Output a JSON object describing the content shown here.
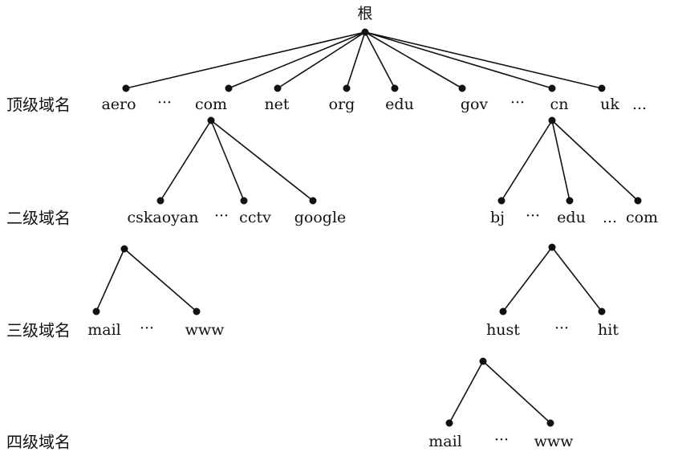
{
  "root": "根",
  "levels": [
    "顶级域名",
    "二级域名",
    "三级域名",
    "四级域名"
  ],
  "top": {
    "aero": "aero",
    "e1": "···",
    "com": "com",
    "net": "net",
    "org": "org",
    "edu": "edu",
    "gov": "gov",
    "e2": "···",
    "cn": "cn",
    "uk": "uk",
    "e3": "..."
  },
  "second_com": {
    "cskaoyan": "cskaoyan",
    "e1": "···",
    "cctv": "cctv",
    "google": "google"
  },
  "second_cn": {
    "bj": "bj",
    "e1": "···",
    "edu": "edu",
    "e2": "...",
    "com": "com"
  },
  "third_cskaoyan": {
    "mail": "mail",
    "e1": "···",
    "www": "www"
  },
  "third_edu": {
    "hust": "hust",
    "e1": "···",
    "hit": "hit"
  },
  "fourth_hust": {
    "mail": "mail",
    "e1": "···",
    "www": "www"
  }
}
